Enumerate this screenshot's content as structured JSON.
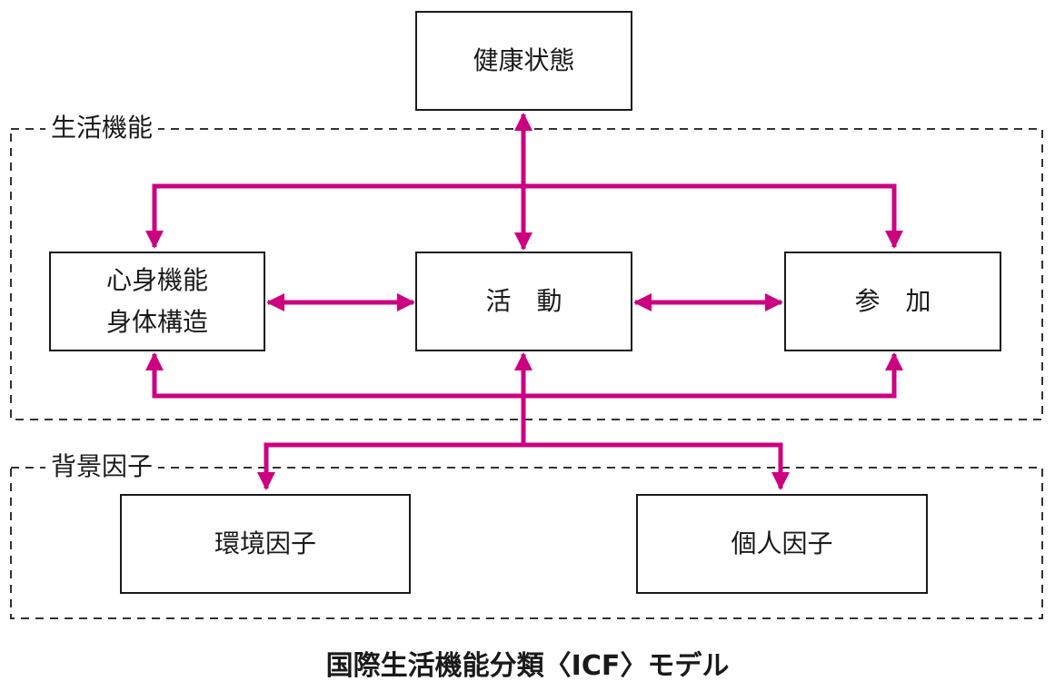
{
  "nodes": {
    "health": "健康状態",
    "body_function_line1": "心身機能",
    "body_function_line2": "身体構造",
    "activity": "活　動",
    "participation": "参　加",
    "environment": "環境因子",
    "personal": "個人因子"
  },
  "groups": {
    "functioning": "生活機能",
    "contextual": "背景因子"
  },
  "caption": "国際生活機能分類〈ICF〉モデル",
  "colors": {
    "arrow": "#cc0080",
    "border": "#1a1a1a",
    "dashed": "#333333"
  }
}
